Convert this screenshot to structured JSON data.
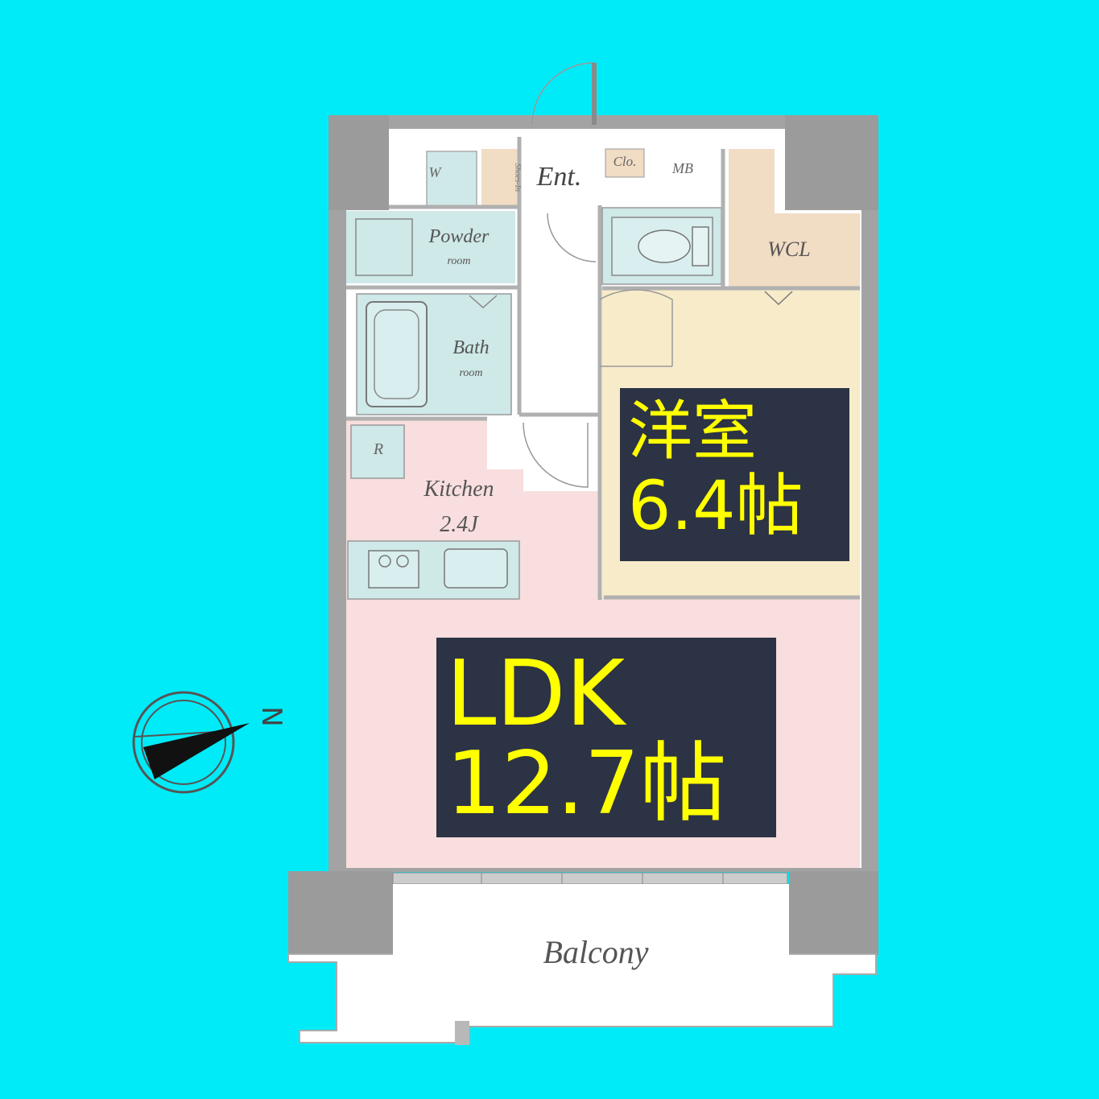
{
  "rooms": {
    "entrance": "Ent.",
    "closet": "Clo.",
    "mb": "MB",
    "shoes": "Shoes-In",
    "washer": "W",
    "powder": "Powder",
    "powder_sub": "room",
    "bath": "Bath",
    "bath_sub": "room",
    "wcl": "WCL",
    "fridge": "R",
    "kitchen": "Kitchen",
    "kitchen_size": "2.4J",
    "balcony": "Balcony"
  },
  "labels": {
    "western_room": "洋室",
    "western_size": "6.4帖",
    "ldk": "LDK",
    "ldk_size": "12.7帖"
  },
  "compass": {
    "north": "N"
  },
  "colors": {
    "background": "#00ebf8",
    "ldk_floor": "#f8dede",
    "western_floor": "#f7ebc9",
    "wet_area": "#cfe8e8",
    "closet_floor": "#f1dcc4",
    "wall": "#9b9b9b",
    "label_box": "#2c3344",
    "label_text": "#ffff00"
  }
}
